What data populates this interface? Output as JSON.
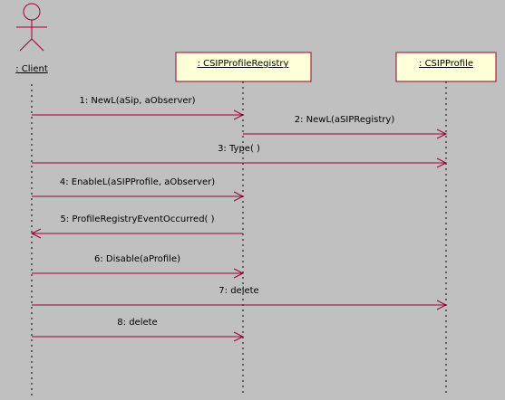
{
  "participants": [
    {
      "name": ": Client",
      "kind": "actor"
    },
    {
      "name": ": CSIPProfileRegistry",
      "kind": "object"
    },
    {
      "name": ": CSIPProfile",
      "kind": "object"
    }
  ],
  "messages": [
    {
      "label": "1: NewL(aSip, aObserver)",
      "from": 0,
      "to": 1
    },
    {
      "label": "2: NewL(aSIPRegistry)",
      "from": 1,
      "to": 2
    },
    {
      "label": "3: Type( )",
      "from": 0,
      "to": 2
    },
    {
      "label": "4: EnableL(aSIPProfile, aObserver)",
      "from": 0,
      "to": 1
    },
    {
      "label": "5: ProfileRegistryEventOccurred( )",
      "from": 1,
      "to": 0
    },
    {
      "label": "6: Disable(aProfile)",
      "from": 0,
      "to": 1
    },
    {
      "label": "7: delete",
      "from": 0,
      "to": 2
    },
    {
      "label": "8: delete",
      "from": 0,
      "to": 1
    }
  ],
  "colors": {
    "background": "#c0c0c0",
    "box_fill": "#ffffd8",
    "line": "#990033",
    "lifeline": "#000000"
  }
}
